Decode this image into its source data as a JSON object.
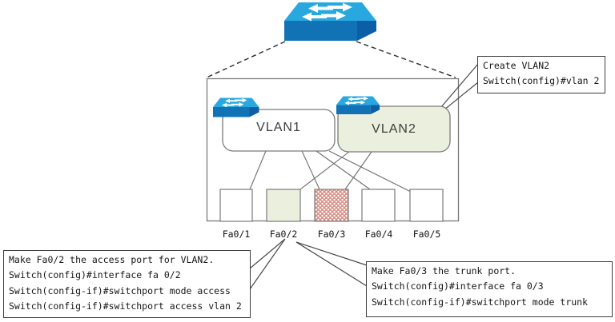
{
  "vlan1": {
    "label": "VLAN1"
  },
  "vlan2": {
    "label": "VLAN2"
  },
  "ports": {
    "labels": [
      "Fa0/1",
      "Fa0/2",
      "Fa0/3",
      "Fa0/4",
      "Fa0/5"
    ]
  },
  "callouts": {
    "create_vlan2": {
      "lines": [
        "Create VLAN2",
        "Switch(config)#vlan 2"
      ]
    },
    "access_port": {
      "lines": [
        "Make Fa0/2 the access port for VLAN2.",
        "Switch(config)#interface fa 0/2",
        "Switch(config-if)#switchport mode access",
        "Switch(config-if)#switchport access vlan 2"
      ]
    },
    "trunk_port": {
      "lines": [
        "Make Fa0/3 the trunk port.",
        "Switch(config)#interface fa 0/3",
        "Switch(config-if)#switchport mode trunk"
      ]
    }
  },
  "colors": {
    "switch_top": "#29a8e0",
    "switch_front": "#1173b5",
    "switch_side": "#0c5ea6",
    "vlan2_fill": "#eaf0dd",
    "port_green_fill": "#eaf0dd",
    "hatch_red": "#db8a7f",
    "diagram_border": "#7a7a7a",
    "link_line": "#6f6f6f",
    "callout_border": "#3f3f3f"
  }
}
